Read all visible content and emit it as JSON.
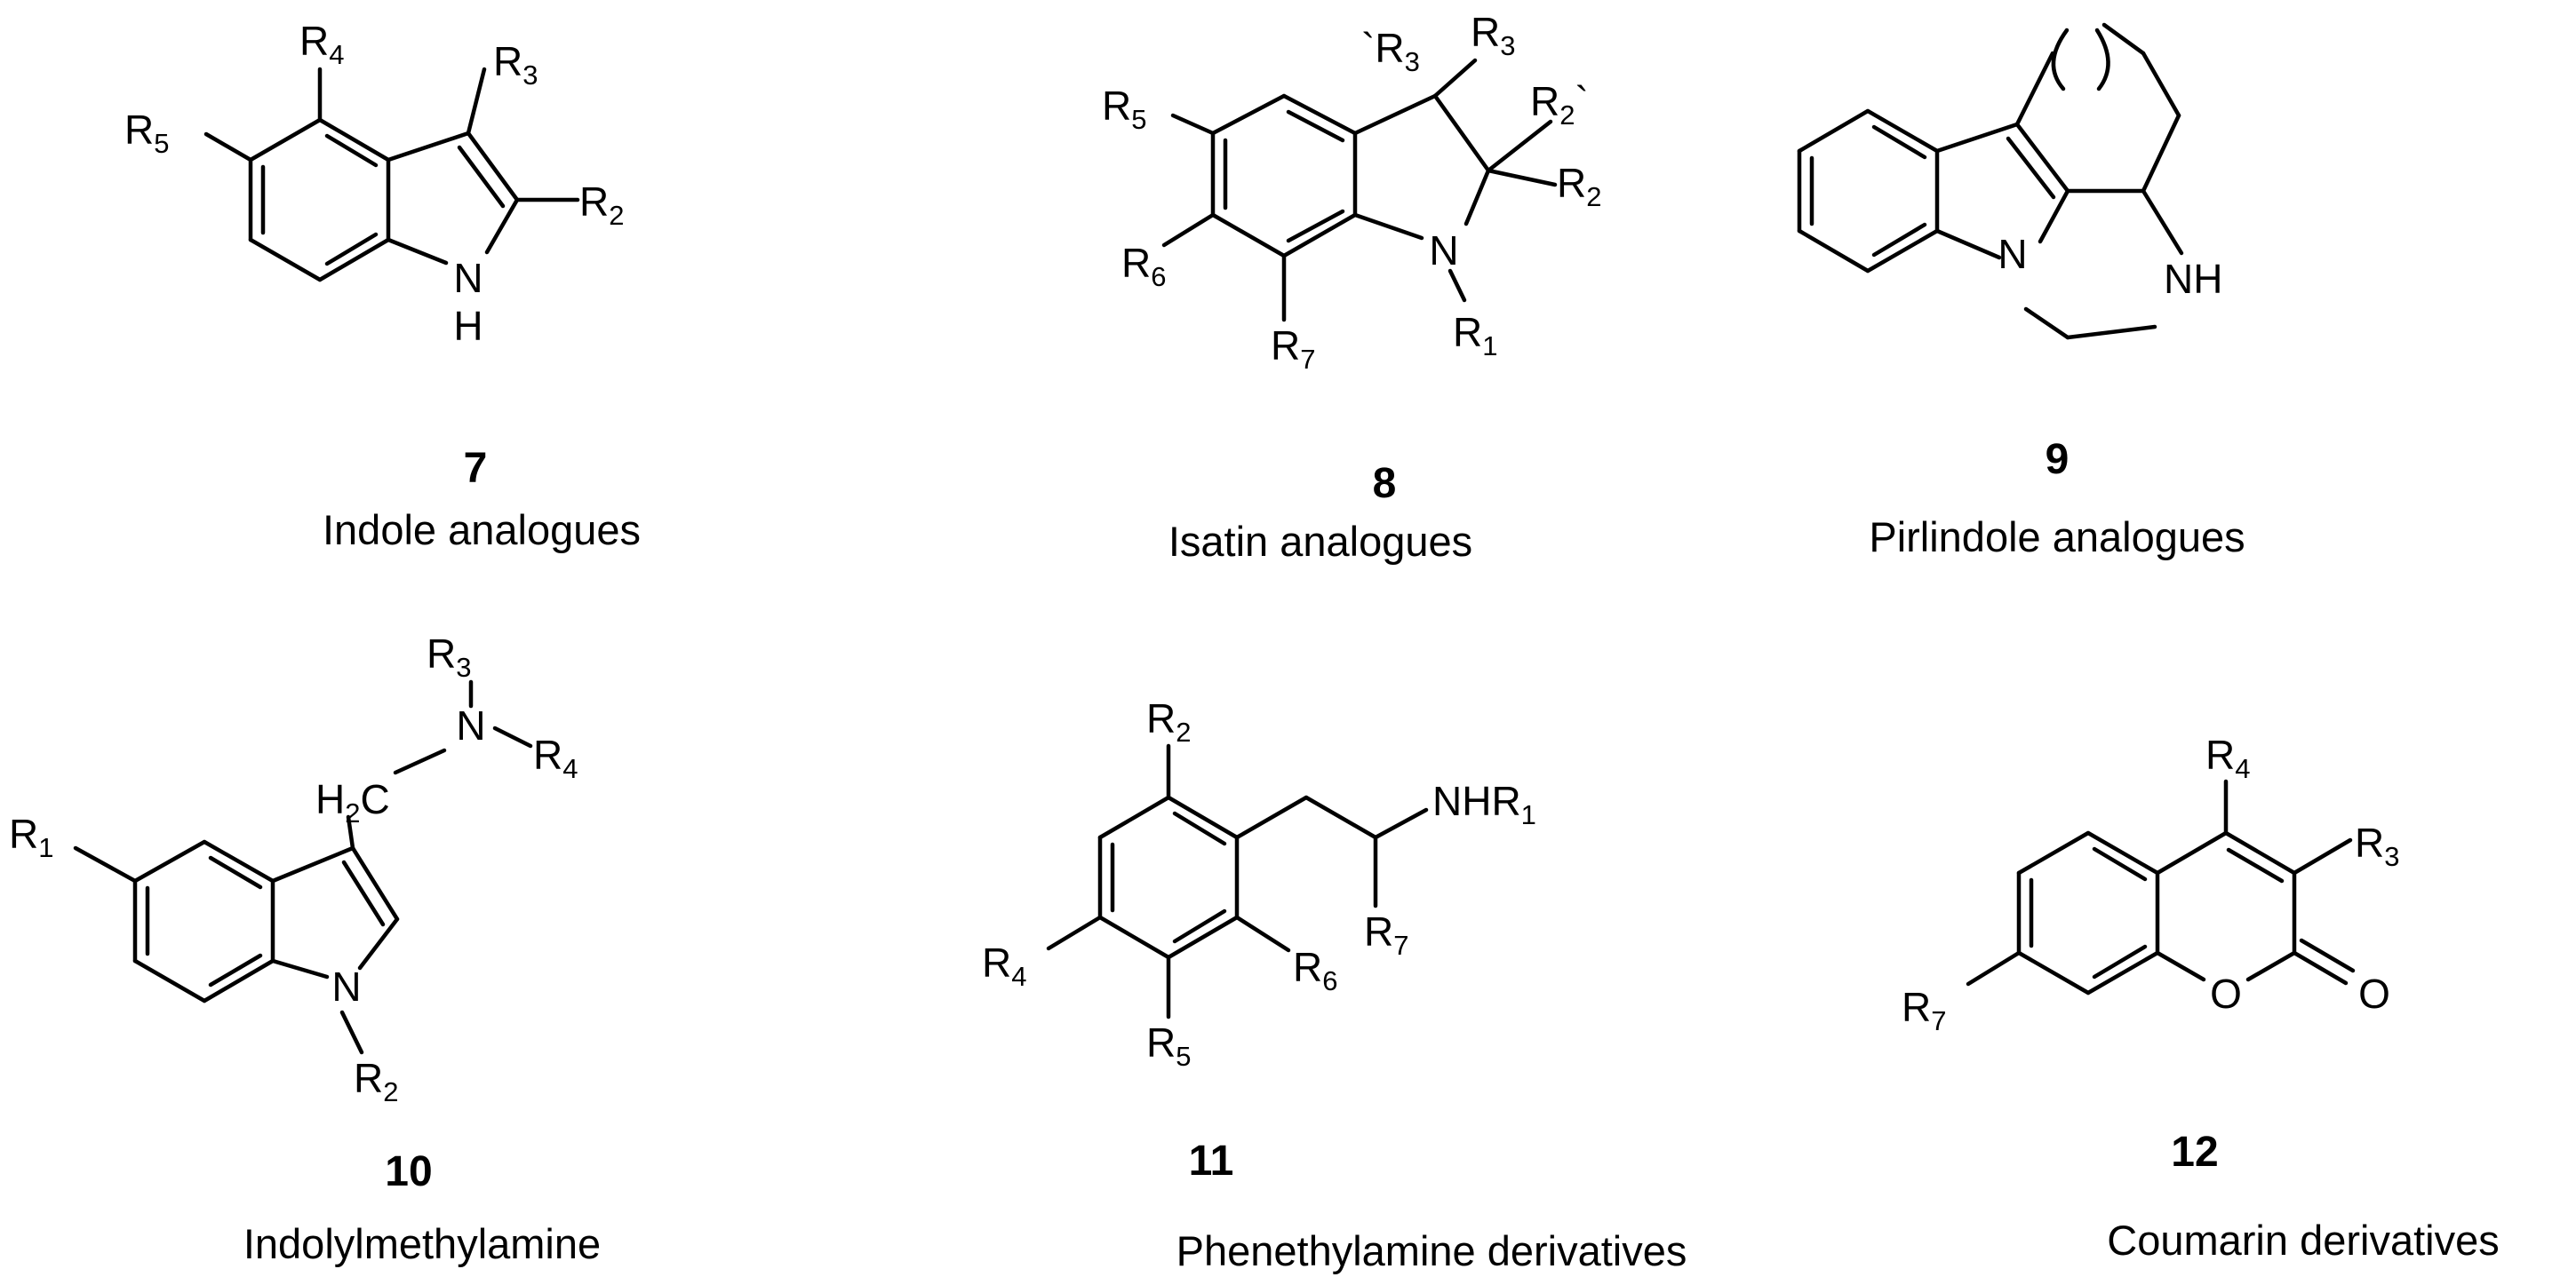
{
  "compounds": [
    {
      "number": "7",
      "caption": "Indole analogues"
    },
    {
      "number": "8",
      "caption": "Isatin analogues"
    },
    {
      "number": "9",
      "caption": "Pirlindole analogues"
    },
    {
      "number": "10",
      "caption": "Indolylmethylamine"
    },
    {
      "number": "11",
      "caption": "Phenethylamine derivatives"
    },
    {
      "number": "12",
      "caption": "Coumarin derivatives"
    }
  ],
  "atoms": {
    "R": "R",
    "H": "H",
    "N": "N",
    "NH": "NH",
    "O": "O",
    "C": "C",
    "NHR": "NHR",
    "prime": "`",
    "s1": "1",
    "s2": "2",
    "s3": "3",
    "s4": "4",
    "s5": "5",
    "s6": "6",
    "s7": "7"
  }
}
